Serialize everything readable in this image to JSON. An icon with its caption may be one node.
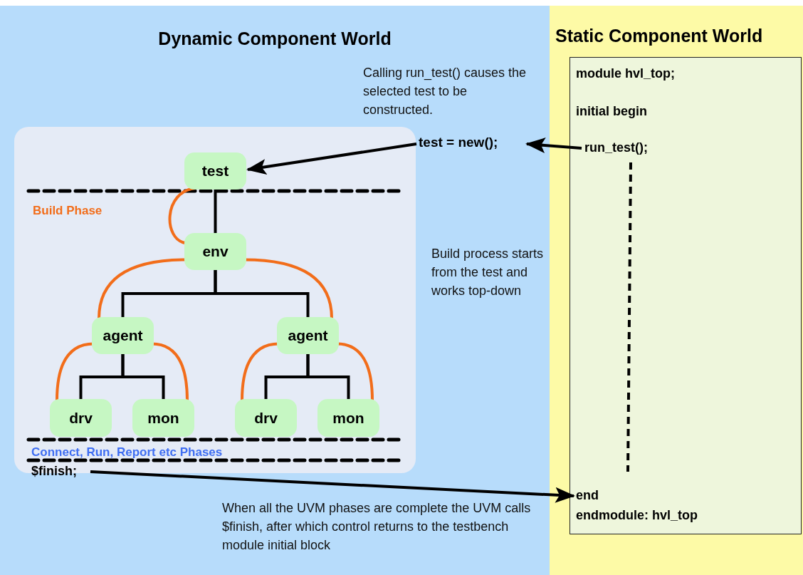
{
  "diagram": {
    "nodes": [
      {
        "text": [
          "Dynamic Component World"
        ]
      },
      {
        "text": [
          "Static Component World"
        ]
      },
      {
        "text": [],
        "shape": "box",
        "in": 1
      },
      {
        "text": [
          "module hvl_top;"
        ],
        "in": 2
      },
      {
        "text": [
          "initial begin"
        ],
        "in": 2
      },
      {
        "text": [
          "run_test();"
        ],
        "in": 2
      },
      {
        "text": [
          "end"
        ],
        "in": 2
      },
      {
        "text": [
          "endmodule: hvl_top"
        ],
        "in": 2
      },
      {
        "text": [
          "test = new();"
        ],
        "in": 0
      },
      {
        "text": [],
        "shape": "box",
        "in": 0
      },
      {
        "text": [
          "test"
        ],
        "in": 9
      },
      {
        "text": [
          "env"
        ],
        "in": 9
      },
      {
        "text": [
          "agent"
        ],
        "in": 9
      },
      {
        "text": [
          "agent"
        ],
        "in": 9
      },
      {
        "text": [
          "drv"
        ],
        "in": 9
      },
      {
        "text": [
          "mon"
        ],
        "in": 9
      },
      {
        "text": [
          "drv"
        ],
        "in": 9
      },
      {
        "text": [
          "mon"
        ],
        "in": 9
      },
      {
        "text": [
          "$finish;"
        ],
        "in": 9
      }
    ],
    "edges": [
      {
        "from": 5,
        "to": 8,
        "arrow": "to"
      },
      {
        "from": 8,
        "to": 10,
        "arrow": "to"
      },
      {
        "from": 10,
        "to": 11,
        "arrow": "none"
      },
      {
        "from": 11,
        "to": 12,
        "arrow": "none"
      },
      {
        "from": 11,
        "to": 13,
        "arrow": "none"
      },
      {
        "from": 12,
        "to": 14,
        "arrow": "none"
      },
      {
        "from": 12,
        "to": 15,
        "arrow": "none"
      },
      {
        "from": 13,
        "to": 16,
        "arrow": "none"
      },
      {
        "from": 13,
        "to": 17,
        "arrow": "none"
      },
      {
        "from": 10,
        "to": 11,
        "arrow": "none",
        "color": "#f26d1a"
      },
      {
        "from": 11,
        "to": 12,
        "arrow": "none",
        "color": "#f26d1a"
      },
      {
        "from": 11,
        "to": 13,
        "arrow": "none",
        "color": "#f26d1a"
      },
      {
        "from": 12,
        "to": 14,
        "arrow": "none",
        "color": "#f26d1a"
      },
      {
        "from": 12,
        "to": 15,
        "arrow": "none",
        "color": "#f26d1a"
      },
      {
        "from": 13,
        "to": 16,
        "arrow": "none",
        "color": "#f26d1a"
      },
      {
        "from": 13,
        "to": 17,
        "arrow": "none",
        "color": "#f26d1a"
      },
      {
        "from": 18,
        "to": 6,
        "arrow": "to"
      }
    ],
    "labels": [
      "Calling run_test() causes the selected test to be constructed.",
      "Build Phase",
      "Connect, Run, Report etc Phases",
      "Build process starts from the test and works top-down",
      "When all the UVM phases are complete the UVM calls $finish, after which control returns to the testbench module initial block"
    ]
  }
}
